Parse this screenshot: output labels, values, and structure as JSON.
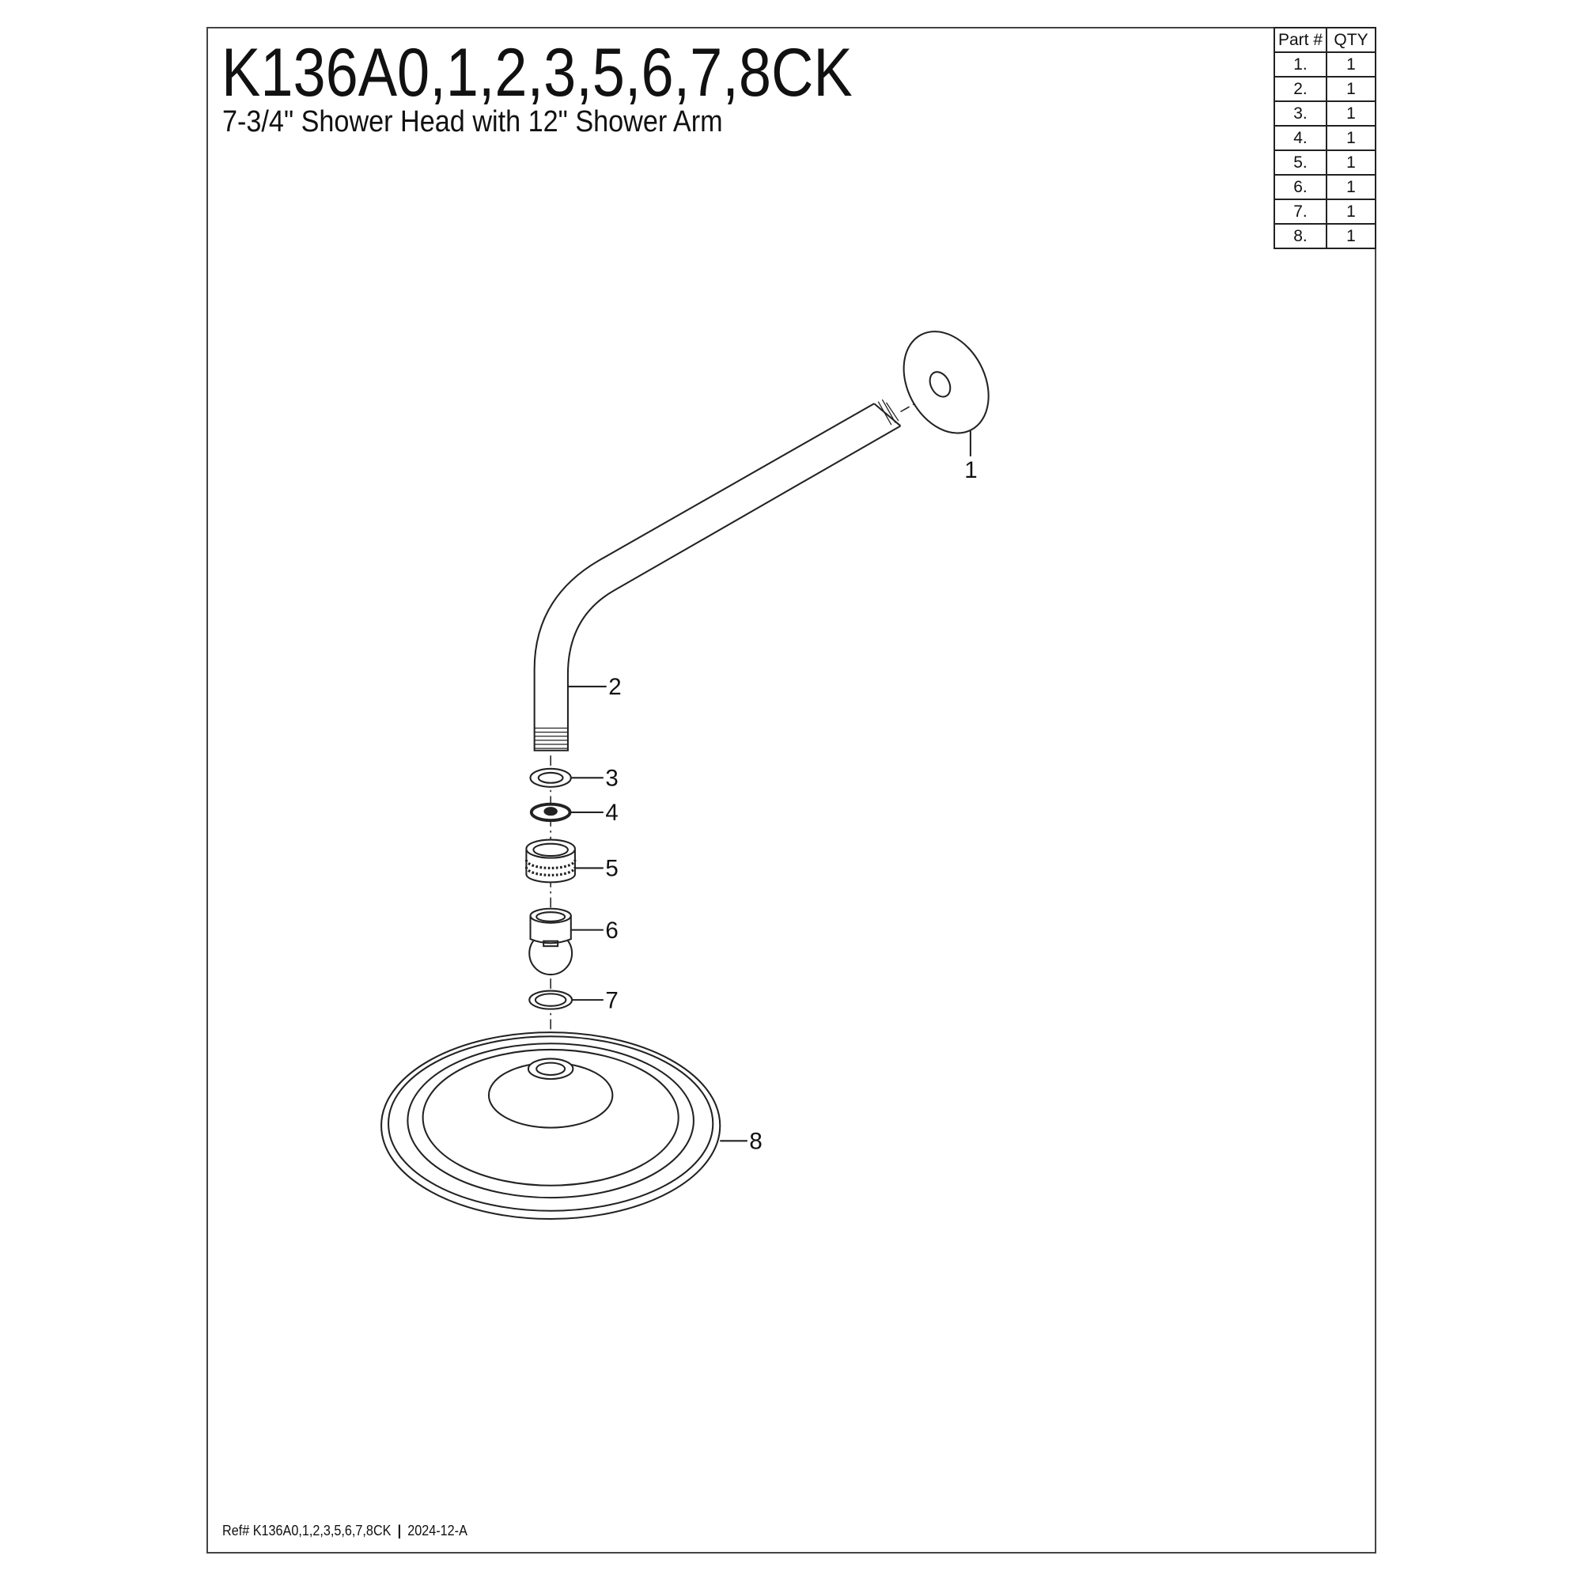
{
  "header": {
    "title": "K136A0,1,2,3,5,6,7,8CK",
    "subtitle": "7-3/4\" Shower Head with 12\" Shower Arm"
  },
  "parts_table": {
    "headers": [
      "Part #",
      "QTY"
    ],
    "rows": [
      {
        "part": "1.",
        "qty": "1"
      },
      {
        "part": "2.",
        "qty": "1"
      },
      {
        "part": "3.",
        "qty": "1"
      },
      {
        "part": "4.",
        "qty": "1"
      },
      {
        "part": "5.",
        "qty": "1"
      },
      {
        "part": "6.",
        "qty": "1"
      },
      {
        "part": "7.",
        "qty": "1"
      },
      {
        "part": "8.",
        "qty": "1"
      }
    ]
  },
  "callouts": [
    "1",
    "2",
    "3",
    "4",
    "5",
    "6",
    "7",
    "8"
  ],
  "footer": {
    "ref": "Ref# K136A0,1,2,3,5,6,7,8CK",
    "separator": "|",
    "revision": "2024-12-A"
  }
}
